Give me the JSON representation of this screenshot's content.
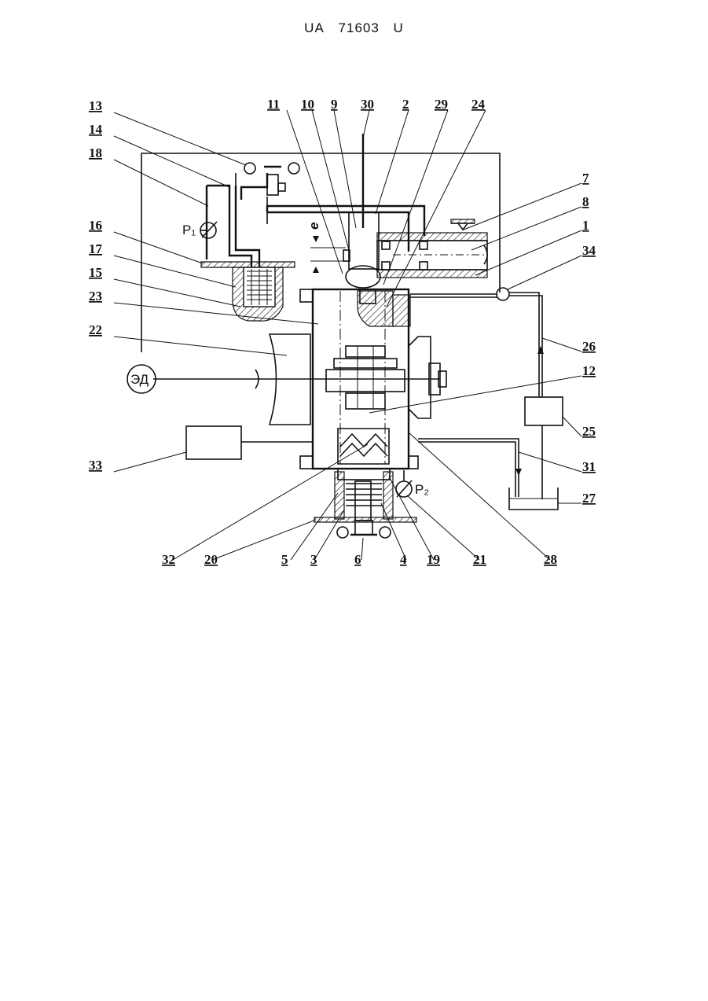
{
  "header": {
    "country": "UA",
    "number": "71603",
    "kind": "U"
  },
  "labels": {
    "l13": "13",
    "l14": "14",
    "l18": "18",
    "l16": "16",
    "l17": "17",
    "l15": "15",
    "l23": "23",
    "l22": "22",
    "l33": "33",
    "l11": "11",
    "l10": "10",
    "l9": "9",
    "l30": "30",
    "l2": "2",
    "l29": "29",
    "l24": "24",
    "l7": "7",
    "l8": "8",
    "l1": "1",
    "l34": "34",
    "l26": "26",
    "l12": "12",
    "l25": "25",
    "l31": "31",
    "l27": "27",
    "l32": "32",
    "l20": "20",
    "l5": "5",
    "l3": "3",
    "l6": "6",
    "l4": "4",
    "l19": "19",
    "l21": "21",
    "l28": "28"
  },
  "symbols": {
    "motor": "ЭД",
    "p1": "P₁",
    "p2": "P₂",
    "gap": "e"
  }
}
